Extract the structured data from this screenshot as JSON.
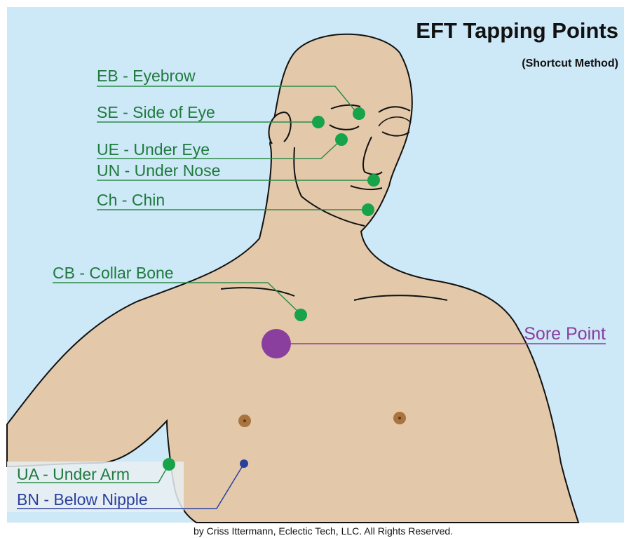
{
  "title": "EFT Tapping Points",
  "subtitle": "(Shortcut Method)",
  "credit": "by Criss Ittermann, Eclectic Tech, LLC. All Rights Reserved.",
  "colors": {
    "background": "#cde8f7",
    "skin": "#e3c9aa",
    "outline": "#111111",
    "point_green": "#16a34a",
    "label_green": "#1f7a3d",
    "sore_purple": "#8a3f9e",
    "below_nipple_blue": "#2a3f9e",
    "nipple": "#a9743f"
  },
  "labels": {
    "eb": "EB - Eyebrow",
    "se": "SE - Side of Eye",
    "ue": "UE - Under Eye",
    "un": "UN - Under Nose",
    "ch": "Ch - Chin",
    "cb": "CB - Collar Bone",
    "sore": "Sore Point",
    "ua": "UA - Under Arm",
    "bn": "BN - Below Nipple"
  }
}
